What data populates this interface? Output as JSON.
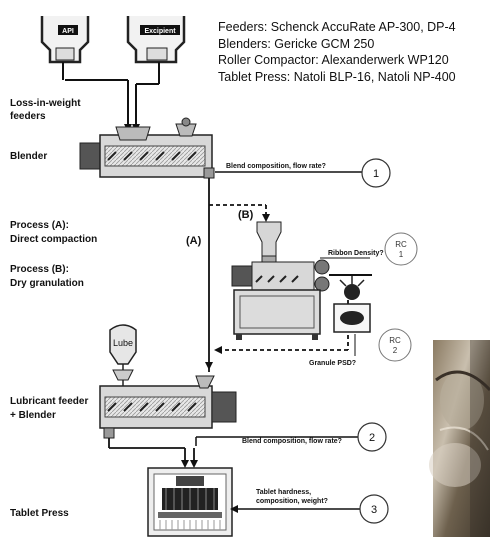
{
  "equipment": [
    "Feeders: Schenck AccuRate AP-300, DP-4",
    "Blenders: Gericke GCM 250",
    "Roller Compactor: Alexanderwerk WP120",
    "Tablet Press: Natoli BLP-16, Natoli NP-400"
  ],
  "hoppers": {
    "api": "API",
    "excipient": "Excipient"
  },
  "stages": {
    "loss_in_weight_line1": "Loss-in-weight",
    "loss_in_weight_line2": "feeders",
    "blender": "Blender",
    "process_a_line1": "Process (A):",
    "process_a_line2": "Direct compaction",
    "process_b_line1": "Process (B):",
    "process_b_line2": "Dry granulation",
    "lubricant_line1": "Lubricant feeder",
    "lubricant_line2": "+ Blender",
    "tablet_press": "Tablet Press"
  },
  "paths": {
    "a": "(A)",
    "b": "(B)"
  },
  "lube_label": "Lube",
  "annotations": {
    "blend_1": "Blend composition, flow rate?",
    "ribbon_density": "Ribbon Density?",
    "granule_psd": "Granule PSD?",
    "blend_2": "Blend composition, flow rate?",
    "tablet_line1": "Tablet hardness,",
    "tablet_line2": "composition, weight?"
  },
  "markers": {
    "m1": "1",
    "m2": "2",
    "m3": "3",
    "rc1_line1": "RC",
    "rc1_line2": "1",
    "rc2_line1": "RC",
    "rc2_line2": "2"
  }
}
